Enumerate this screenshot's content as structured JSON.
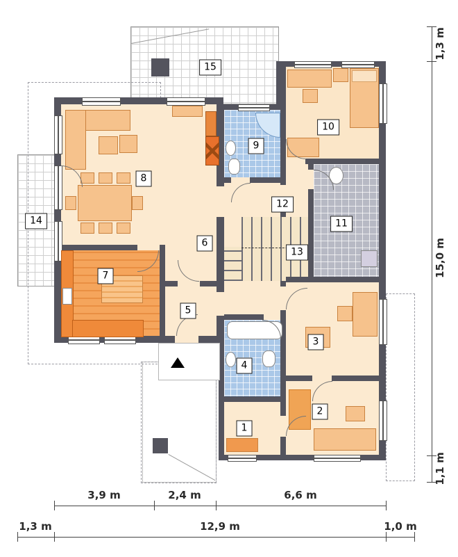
{
  "plan": {
    "rooms": [
      {
        "num": "1"
      },
      {
        "num": "2"
      },
      {
        "num": "3"
      },
      {
        "num": "4"
      },
      {
        "num": "5"
      },
      {
        "num": "6"
      },
      {
        "num": "7"
      },
      {
        "num": "8"
      },
      {
        "num": "9"
      },
      {
        "num": "10"
      },
      {
        "num": "11"
      },
      {
        "num": "12"
      },
      {
        "num": "13"
      },
      {
        "num": "14"
      },
      {
        "num": "15"
      }
    ],
    "dims_bottom_inner": [
      {
        "label": "3,9 m"
      },
      {
        "label": "2,4 m"
      },
      {
        "label": "6,6 m"
      }
    ],
    "dims_bottom_outer": [
      {
        "label": "1,3 m"
      },
      {
        "label": "12,9 m"
      },
      {
        "label": "1,0 m"
      }
    ],
    "dims_right": [
      {
        "label": "1,3 m"
      },
      {
        "label": "15,0 m"
      },
      {
        "label": "1,1 m"
      }
    ],
    "colors": {
      "wall": "#54545e",
      "floor_cream": "#fcead0",
      "kitchen_orange": "#ef8a3a",
      "tile_blue": "#aac8e8",
      "tile_gray": "#b7b9c4",
      "furniture": "#f6c28c",
      "accent_orange": "#e8712c"
    }
  }
}
